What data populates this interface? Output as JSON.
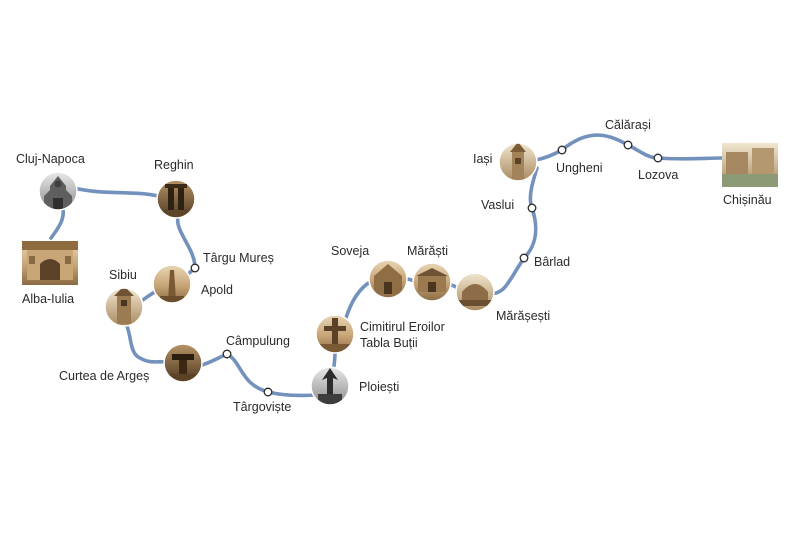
{
  "route": {
    "line_color": "#7391bd",
    "places": {
      "cluj": {
        "name": "Cluj-Napoca",
        "kind": "photo",
        "icon": "cathedral-photo-icon"
      },
      "alba": {
        "name": "Alba-Iulia",
        "kind": "photo",
        "icon": "citadel-gate-photo-icon"
      },
      "reghin": {
        "name": "Reghin",
        "kind": "photo",
        "icon": "monument-photo-icon"
      },
      "targu_mures": {
        "name": "Târgu Mureș",
        "kind": "stop"
      },
      "apold": {
        "name": "Apold",
        "kind": "photo",
        "icon": "obelisk-photo-icon"
      },
      "sibiu": {
        "name": "Sibiu",
        "kind": "photo",
        "icon": "tower-photo-icon"
      },
      "curtea": {
        "name": "Curtea de Argeș",
        "kind": "photo",
        "icon": "memorial-photo-icon"
      },
      "campulung": {
        "name": "Câmpulung",
        "kind": "stop"
      },
      "targoviste": {
        "name": "Târgoviște",
        "kind": "stop"
      },
      "ploiesti": {
        "name": "Ploiești",
        "kind": "photo",
        "icon": "statue-photo-icon"
      },
      "cimitirul": {
        "name_lines": [
          "Cimitirul Eroilor",
          "Tabla Buții"
        ],
        "kind": "photo",
        "icon": "cross-monument-photo-icon"
      },
      "soveja": {
        "name": "Soveja",
        "kind": "photo",
        "icon": "mausoleum-photo-icon"
      },
      "marasti": {
        "name": "Mărăști",
        "kind": "photo",
        "icon": "mausoleum-photo-icon"
      },
      "marasesti": {
        "name": "Mărășești",
        "kind": "photo",
        "icon": "dome-mausoleum-photo-icon"
      },
      "barlad": {
        "name": "Bârlad",
        "kind": "stop"
      },
      "vaslui": {
        "name": "Vaslui",
        "kind": "stop"
      },
      "iasi": {
        "name": "Iași",
        "kind": "photo",
        "icon": "tower-photo-icon"
      },
      "ungheni": {
        "name": "Ungheni",
        "kind": "stop"
      },
      "calarasi": {
        "name": "Călărași",
        "kind": "stop"
      },
      "lozova": {
        "name": "Lozova",
        "kind": "stop"
      },
      "chisinau": {
        "name": "Chișinău",
        "kind": "photo",
        "icon": "city-street-photo-icon"
      }
    }
  }
}
